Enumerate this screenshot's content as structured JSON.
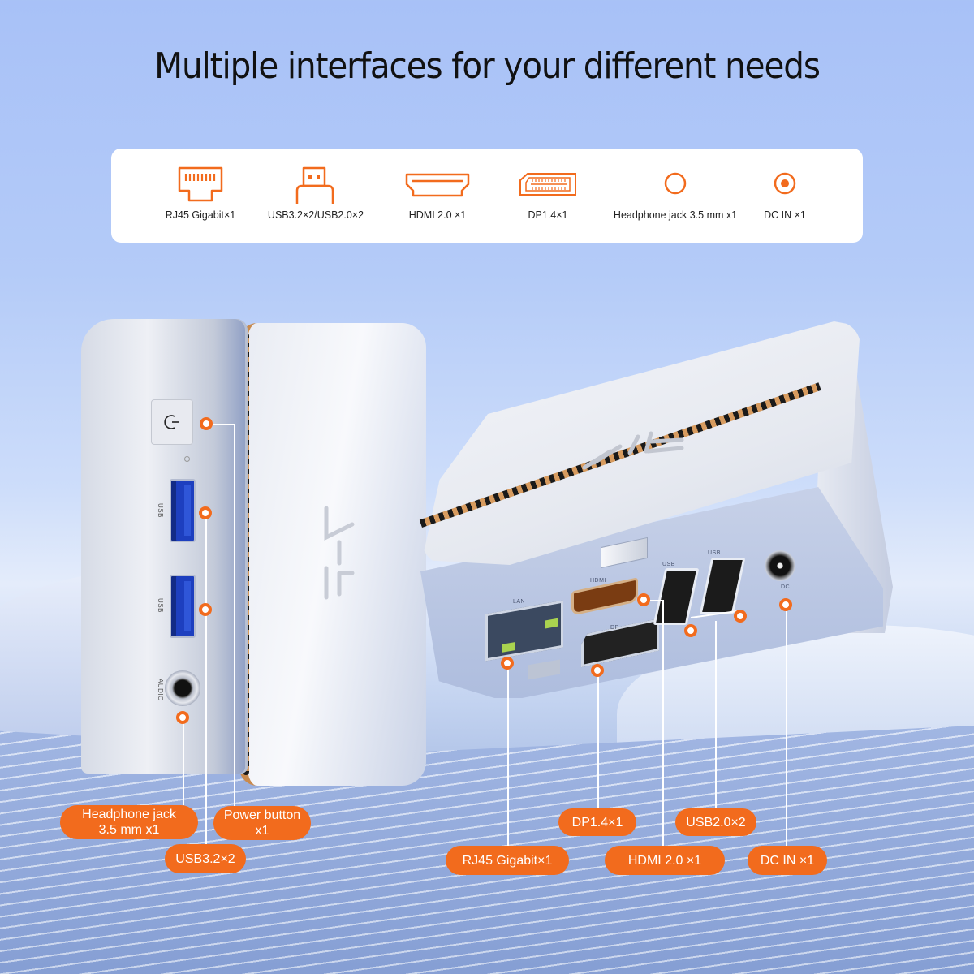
{
  "headline": "Multiple interfaces for your different needs",
  "colors": {
    "accent": "#f26b1d",
    "background_top": "#a8c1f7",
    "card_bg": "#ffffff",
    "text": "#111111"
  },
  "interface_card": {
    "items": [
      {
        "icon": "rj45-port-icon",
        "label": "RJ45 Gigabit×1"
      },
      {
        "icon": "usb-plug-icon",
        "label": "USB3.2×2/USB2.0×2"
      },
      {
        "icon": "hdmi-port-icon",
        "label": "HDMI 2.0 ×1"
      },
      {
        "icon": "displayport-icon",
        "label": "DP1.4×1"
      },
      {
        "icon": "headphone-jack-icon",
        "label": "Headphone jack 3.5 mm x1"
      },
      {
        "icon": "dc-in-icon",
        "label": "DC IN ×1"
      }
    ]
  },
  "front_device": {
    "port_labels": {
      "usb_top": "USB",
      "usb_bottom": "USB",
      "audio": "AUDIO"
    }
  },
  "rear_device": {
    "port_labels": {
      "lan": "LAN",
      "hdmi": "HDMI",
      "dp": "DP",
      "usb_1": "USB",
      "usb_2": "USB",
      "dc": "DC"
    }
  },
  "callouts": {
    "headphone": {
      "line1": "Headphone jack",
      "line2": "3.5 mm x1"
    },
    "power": {
      "line1": "Power button",
      "line2": "x1"
    },
    "usb32": "USB3.2×2",
    "rj45": "RJ45 Gigabit×1",
    "dp": "DP1.4×1",
    "hdmi": "HDMI 2.0 ×1",
    "usb20": "USB2.0×2",
    "dcin": "DC IN ×1"
  }
}
